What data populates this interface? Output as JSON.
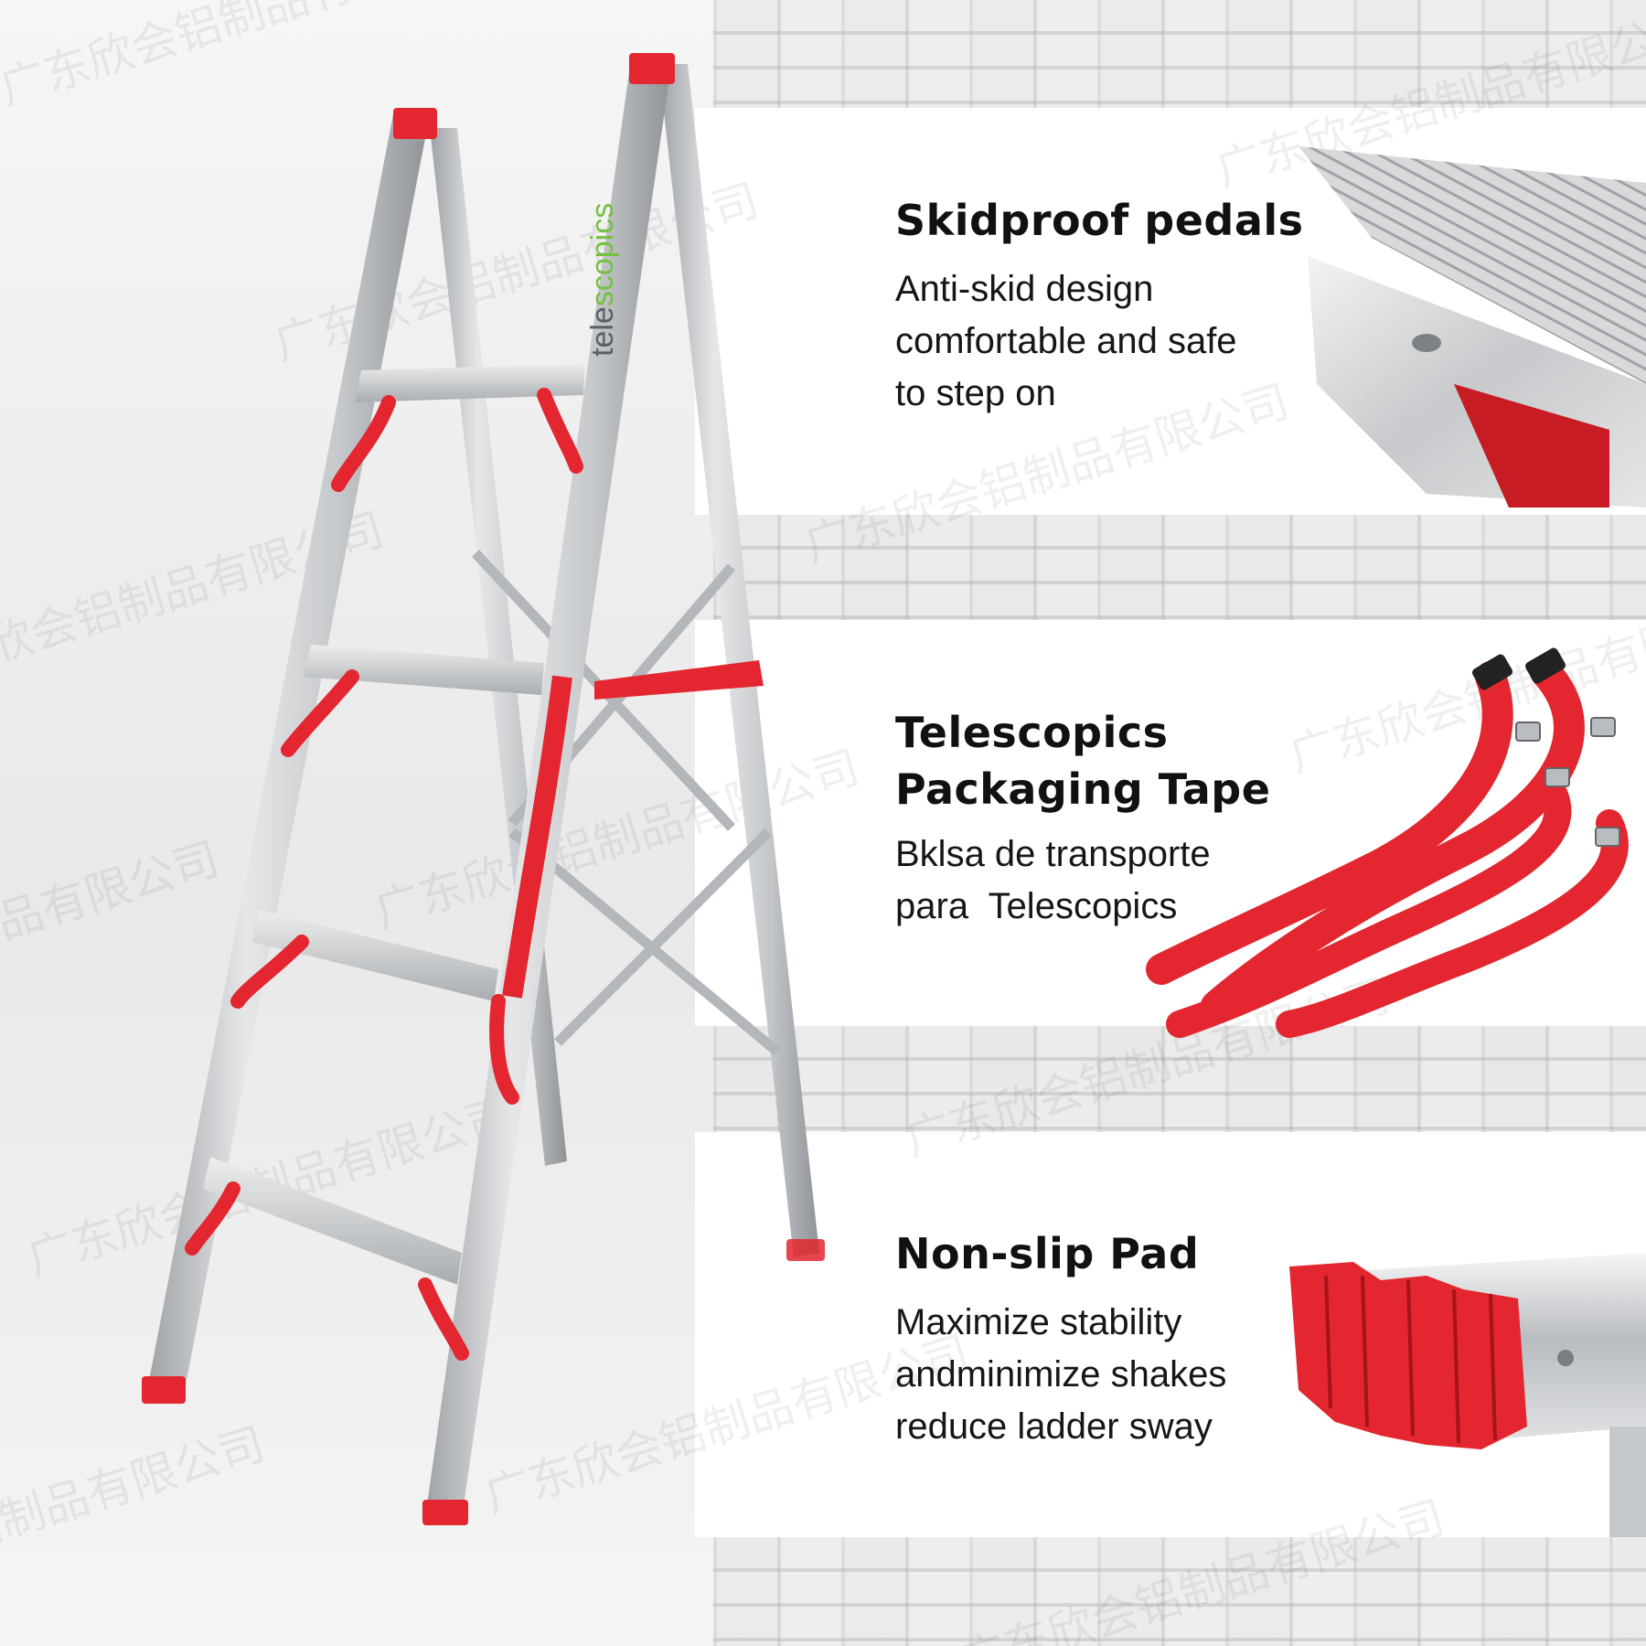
{
  "brand": {
    "logo_text_a": "tele",
    "logo_text_b": "scopics"
  },
  "watermark": "广东欣会铝制品有限公司",
  "features": [
    {
      "title": "Skidproof pedals",
      "lines": [
        "Anti-skid design",
        "comfortable and safe",
        "to step on"
      ]
    },
    {
      "title_lines": [
        "Telescopics",
        "Packaging Tape"
      ],
      "lines": [
        "Bklsa de transporte",
        "para  Telescopics"
      ]
    },
    {
      "title": "Non-slip Pad",
      "lines": [
        "Maximize stability",
        "andminimize shakes",
        "reduce ladder sway"
      ]
    }
  ],
  "colors": {
    "accent_red": "#e3262f",
    "aluminum": "#c9ccd0",
    "text": "#111111"
  }
}
